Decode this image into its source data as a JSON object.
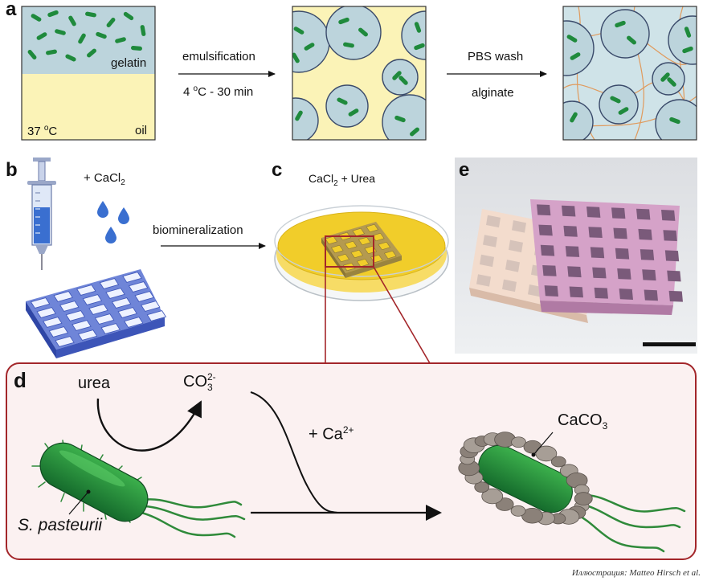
{
  "panel_a": {
    "letter": "a",
    "phase_top": "gelatin",
    "temp_prefix": "37 ",
    "temp_sup": "o",
    "temp_suffix": "C",
    "phase_bottom": "oil",
    "step1_label": "emulsification",
    "step1_sub_prefix": "4 ",
    "step1_sub_sup": "o",
    "step1_sub_suffix": "C - 30 min",
    "step2_label": "PBS wash",
    "step2_sub": "alginate"
  },
  "panel_b": {
    "letter": "b",
    "reagent_prefix": "+ CaCl",
    "reagent_sub": "2",
    "arrow_label": "biomineralization"
  },
  "panel_c": {
    "letter": "c",
    "dish_label_prefix": "CaCl",
    "dish_label_sub": "2",
    "dish_label_suffix": " + Urea"
  },
  "panel_e": {
    "letter": "e"
  },
  "panel_d": {
    "letter": "d",
    "substrate": "urea",
    "product_main": "CO",
    "product_sub": "3",
    "product_sup": "2-",
    "reagent_prefix": "+ Ca",
    "reagent_sup": "2+",
    "mineral_main": "CaCO",
    "mineral_sub": "3",
    "organism": "S. pasteurii"
  },
  "credit": "Иллюстрация: Matteo Hirsch et al.",
  "colors": {
    "gelatin": "#bcd4dc",
    "oil": "#fbf3b7",
    "bacteria": "#1f8a3c",
    "droplet_edge": "#3a4a6a",
    "alginate_fiber": "#e09a5c",
    "lattice": "#4b63c8",
    "dish_yellow": "#f1cd2a",
    "panel_d_border": "#a3262a",
    "panel_d_bg": "#fbf1f1",
    "calcite": "#9a9088"
  }
}
